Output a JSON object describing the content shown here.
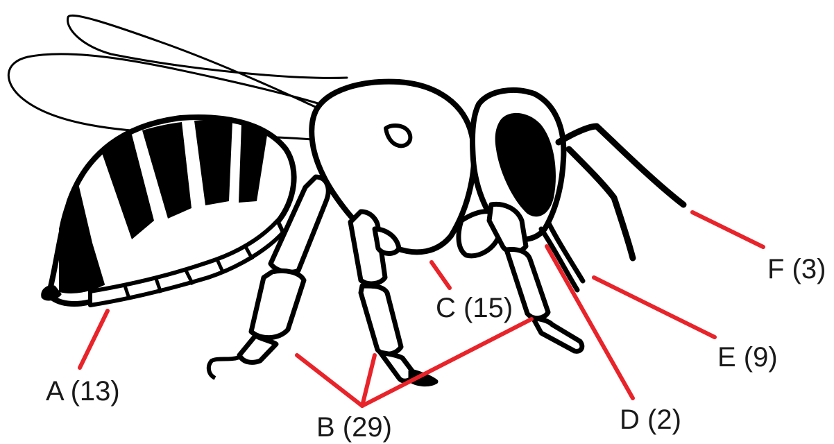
{
  "colors": {
    "outline": "#000000",
    "body_fill": "#ffffff",
    "leader_line": "#e8232a",
    "label_text": "#1a1a1a"
  },
  "labels": {
    "a": "A (13)",
    "b": "B (29)",
    "c": "C (15)",
    "d": "D (2)",
    "e": "E (9)",
    "f": "F (3)"
  }
}
